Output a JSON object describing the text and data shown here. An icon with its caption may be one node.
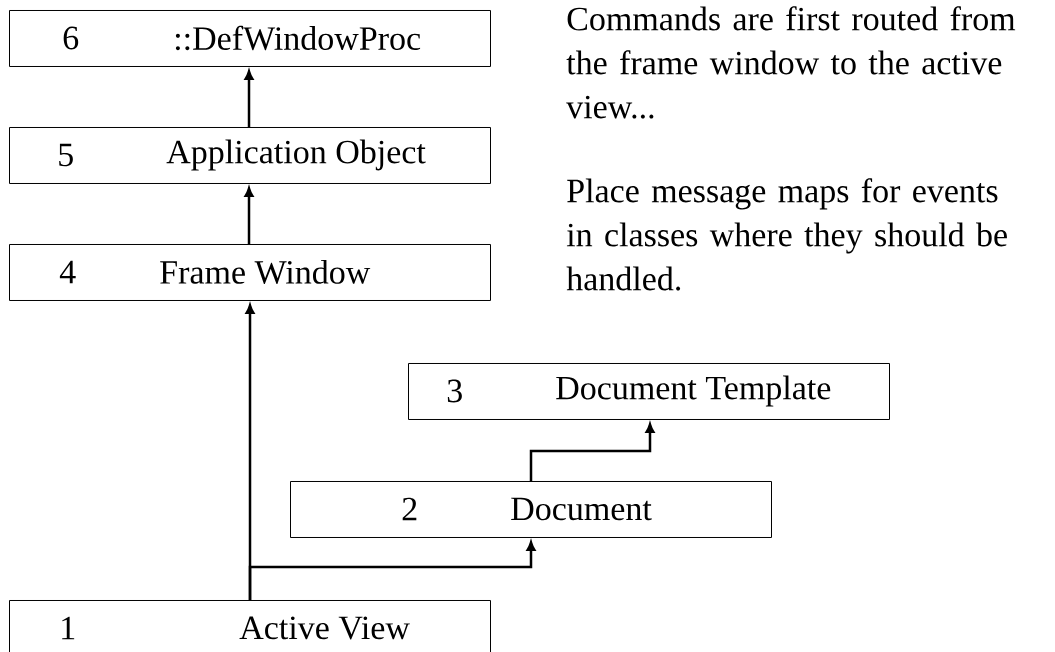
{
  "diagram": {
    "nodes": [
      {
        "text": [
          "6",
          "::DefWindowProc"
        ]
      },
      {
        "text": [
          "5",
          "Application Object"
        ]
      },
      {
        "text": [
          "4",
          "Frame Window"
        ]
      },
      {
        "text": [
          "3",
          "Document Template"
        ]
      },
      {
        "text": [
          "2",
          "Document"
        ]
      },
      {
        "text": [
          "1",
          "Active View"
        ]
      }
    ],
    "edges": [
      {
        "from": 5,
        "to": 2,
        "arrow": "to"
      },
      {
        "from": 5,
        "to": 4,
        "arrow": "to"
      },
      {
        "from": 4,
        "to": 3,
        "arrow": "to"
      },
      {
        "from": 2,
        "to": 1,
        "arrow": "to"
      },
      {
        "from": 1,
        "to": 0,
        "arrow": "to"
      }
    ],
    "labels": [
      "Commands are first routed from the frame window to the active view...",
      "Place message maps for events in classes where they should be handled."
    ]
  }
}
